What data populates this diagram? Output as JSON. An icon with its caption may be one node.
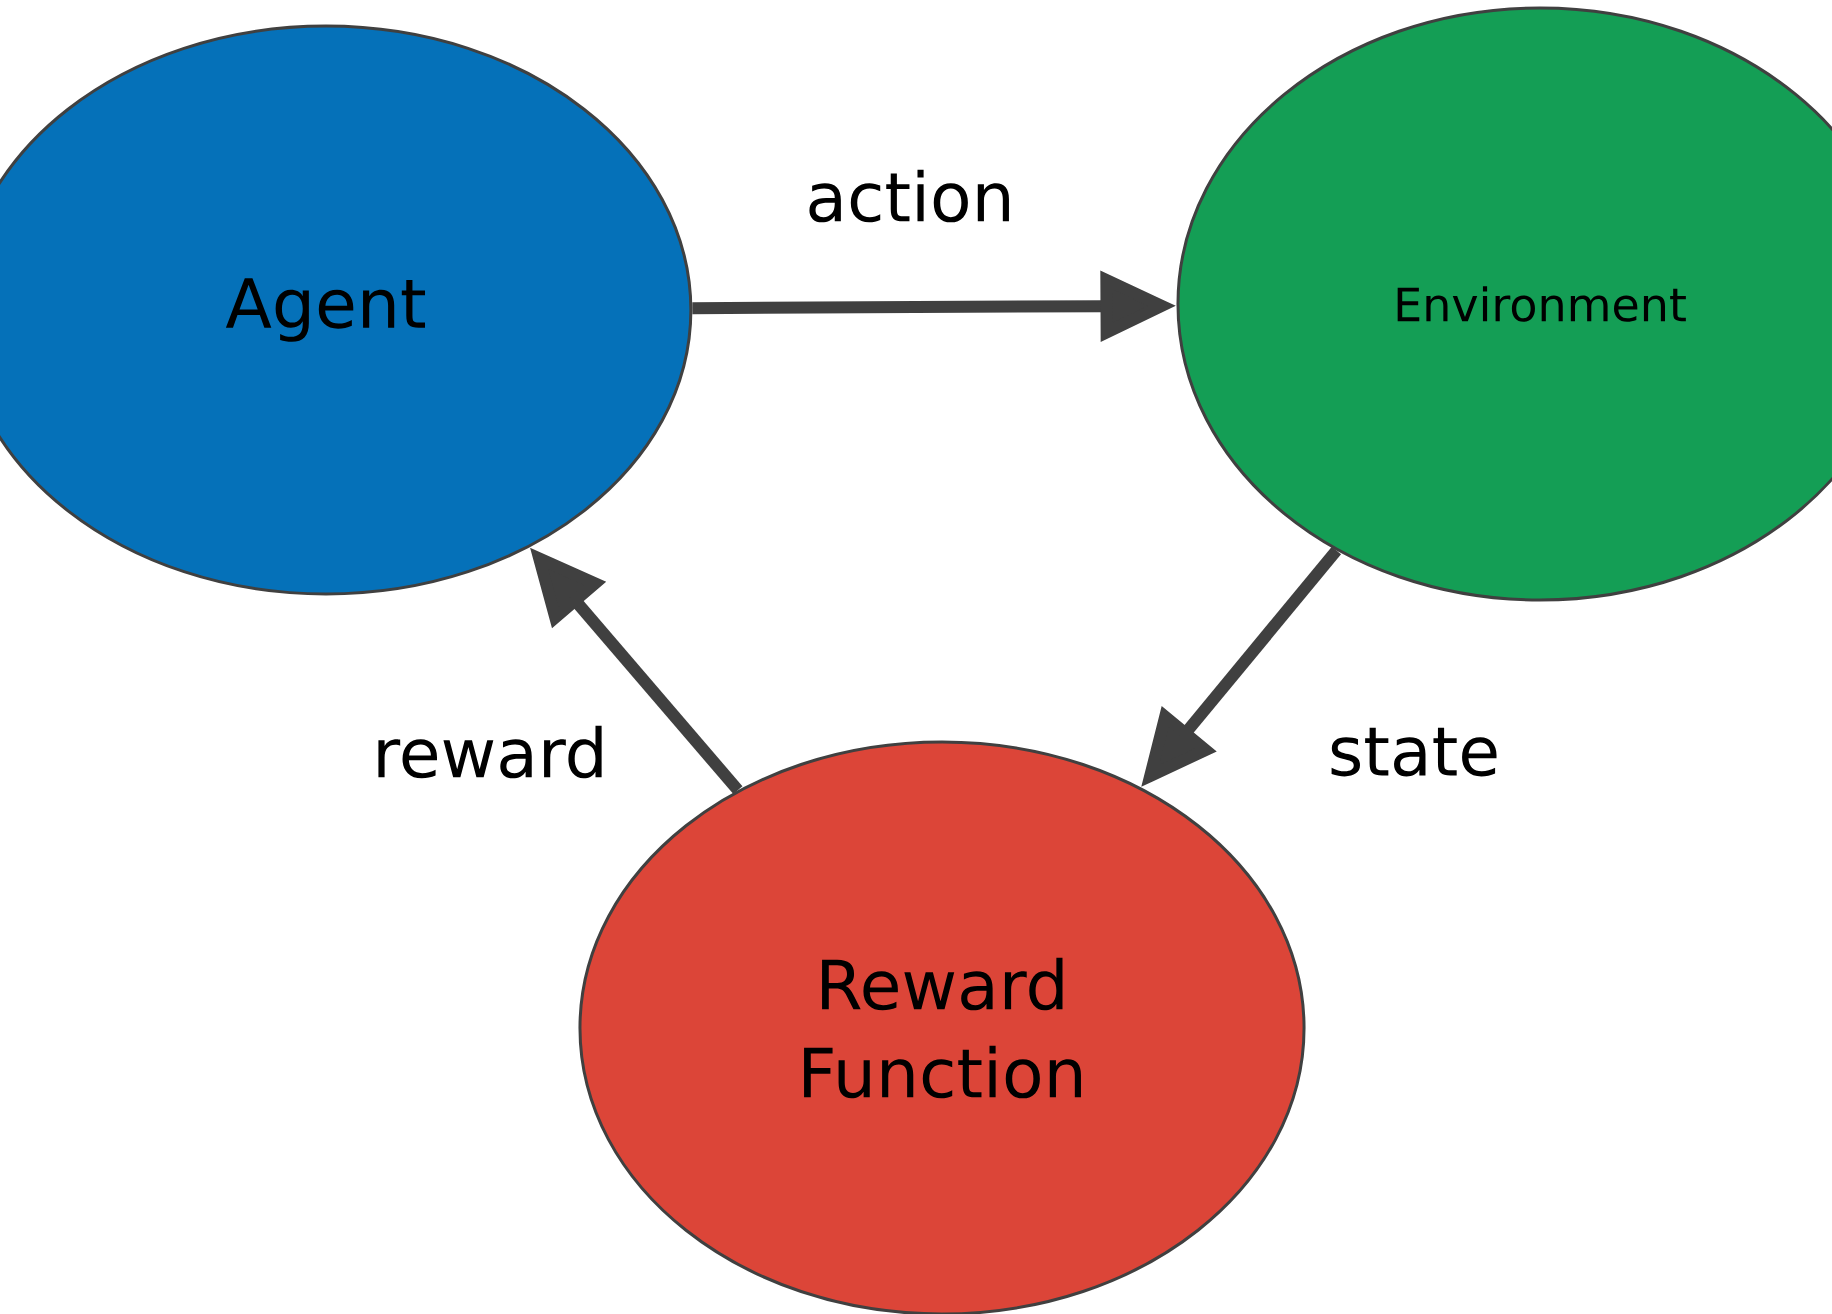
{
  "diagram": {
    "nodes": [
      {
        "text": [
          "Agent"
        ]
      },
      {
        "text": [
          "Environment"
        ]
      },
      {
        "text": [
          "Reward Function"
        ]
      }
    ],
    "edges": [
      {
        "from": 0,
        "to": 1,
        "arrow": "to",
        "label": "action"
      },
      {
        "from": 1,
        "to": 2,
        "arrow": "to",
        "label": "state"
      },
      {
        "from": 2,
        "to": 0,
        "arrow": "to",
        "label": "reward"
      }
    ]
  }
}
